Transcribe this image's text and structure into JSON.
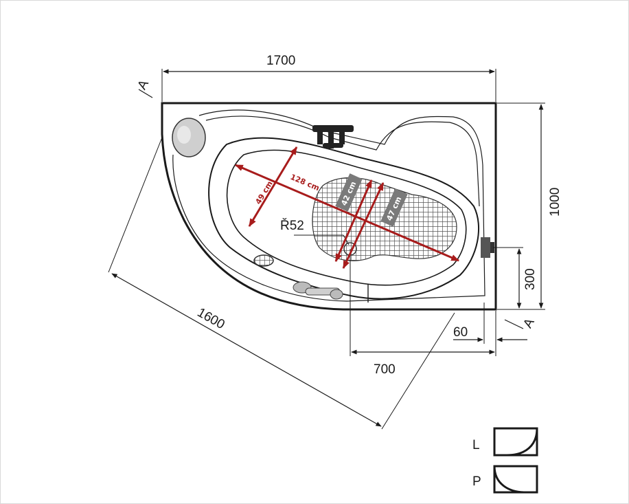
{
  "dimensions": {
    "width_top": "1700",
    "height_right": "1000",
    "diagonal": "1600",
    "bottom_700": "700",
    "bottom_60": "60",
    "right_300": "300",
    "radius": "Ř52",
    "section_a_left": "A",
    "section_a_right": "A"
  },
  "measurements": {
    "length": "128 cm",
    "width": "49 cm",
    "inner_a": "42 cm",
    "inner_b": "47 cm"
  },
  "variants": {
    "left": "L",
    "right": "P"
  },
  "colors": {
    "line": "#1a1a1a",
    "accent_red": "#a81c1c",
    "label_box": "#7a7a7a"
  }
}
